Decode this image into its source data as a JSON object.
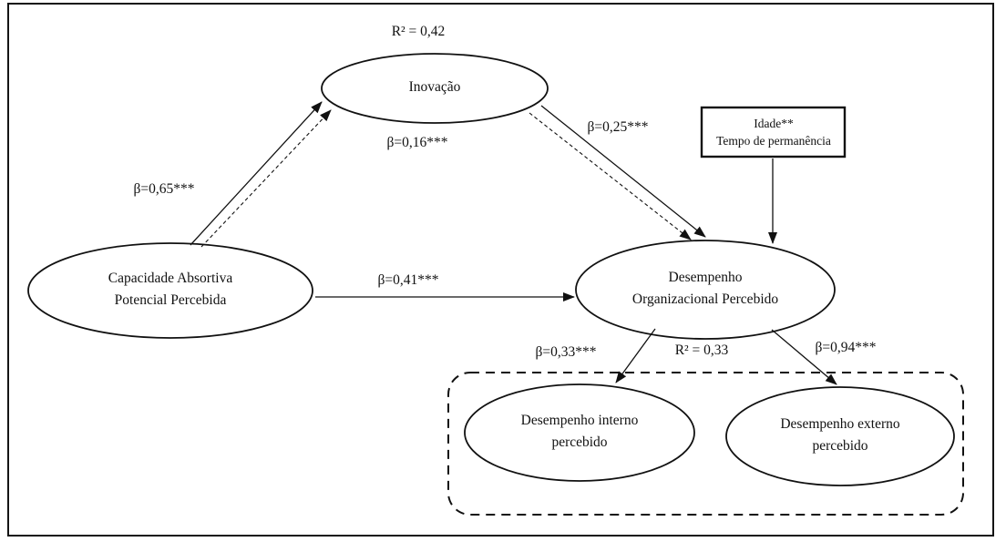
{
  "figure": {
    "background": "#ffffff",
    "ink": "#111111",
    "nodes": {
      "inovacao": {
        "label": "Inovação",
        "r2": "R² = 0,42"
      },
      "capacidade": {
        "line1": "Capacidade Absortiva",
        "line2": "Potencial Percebida"
      },
      "desempenho": {
        "line1": "Desempenho",
        "line2": "Organizacional Percebido",
        "r2": "R² = 0,33"
      },
      "interno": {
        "line1": "Desempenho interno",
        "line2": "percebido"
      },
      "externo": {
        "line1": "Desempenho externo",
        "line2": "percebido"
      },
      "controls_box": {
        "line1": "Idade**",
        "line2": "Tempo de permanência"
      }
    },
    "path_labels": {
      "capacidade_to_inovacao": "β=0,65***",
      "indirect_via_inovacao": "β=0,16***",
      "inovacao_to_desempenho": "β=0,25***",
      "capacidade_to_desempenho": "β=0,41***",
      "desempenho_to_interno": "β=0,33***",
      "desempenho_to_externo": "β=0,94***"
    }
  }
}
